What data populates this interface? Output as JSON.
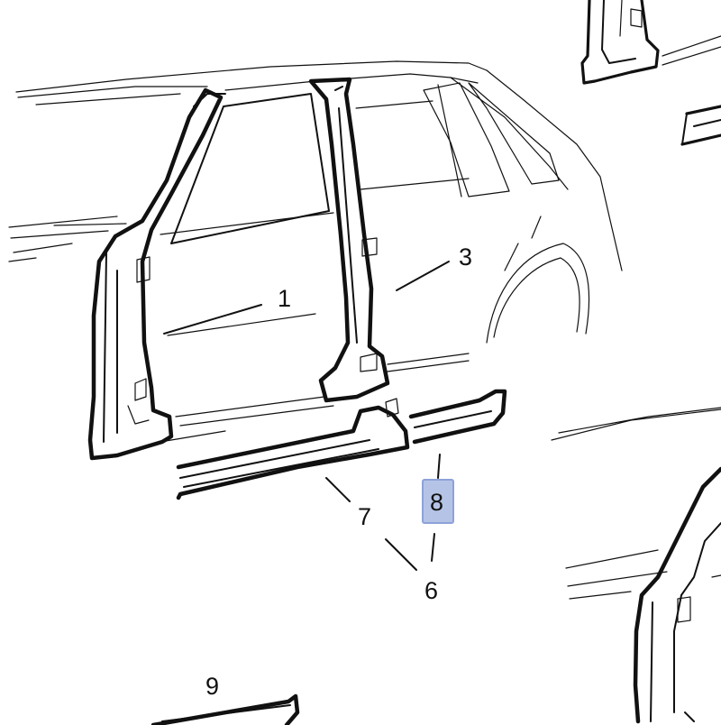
{
  "callouts": {
    "c1": "1",
    "c3": "3",
    "c6": "6",
    "c7": "7",
    "c8": "8",
    "c9": "9"
  },
  "colors": {
    "highlight_fill": "#b5c4e6",
    "highlight_border": "#8ea2d8",
    "line": "#111111",
    "background": "#ffffff"
  }
}
